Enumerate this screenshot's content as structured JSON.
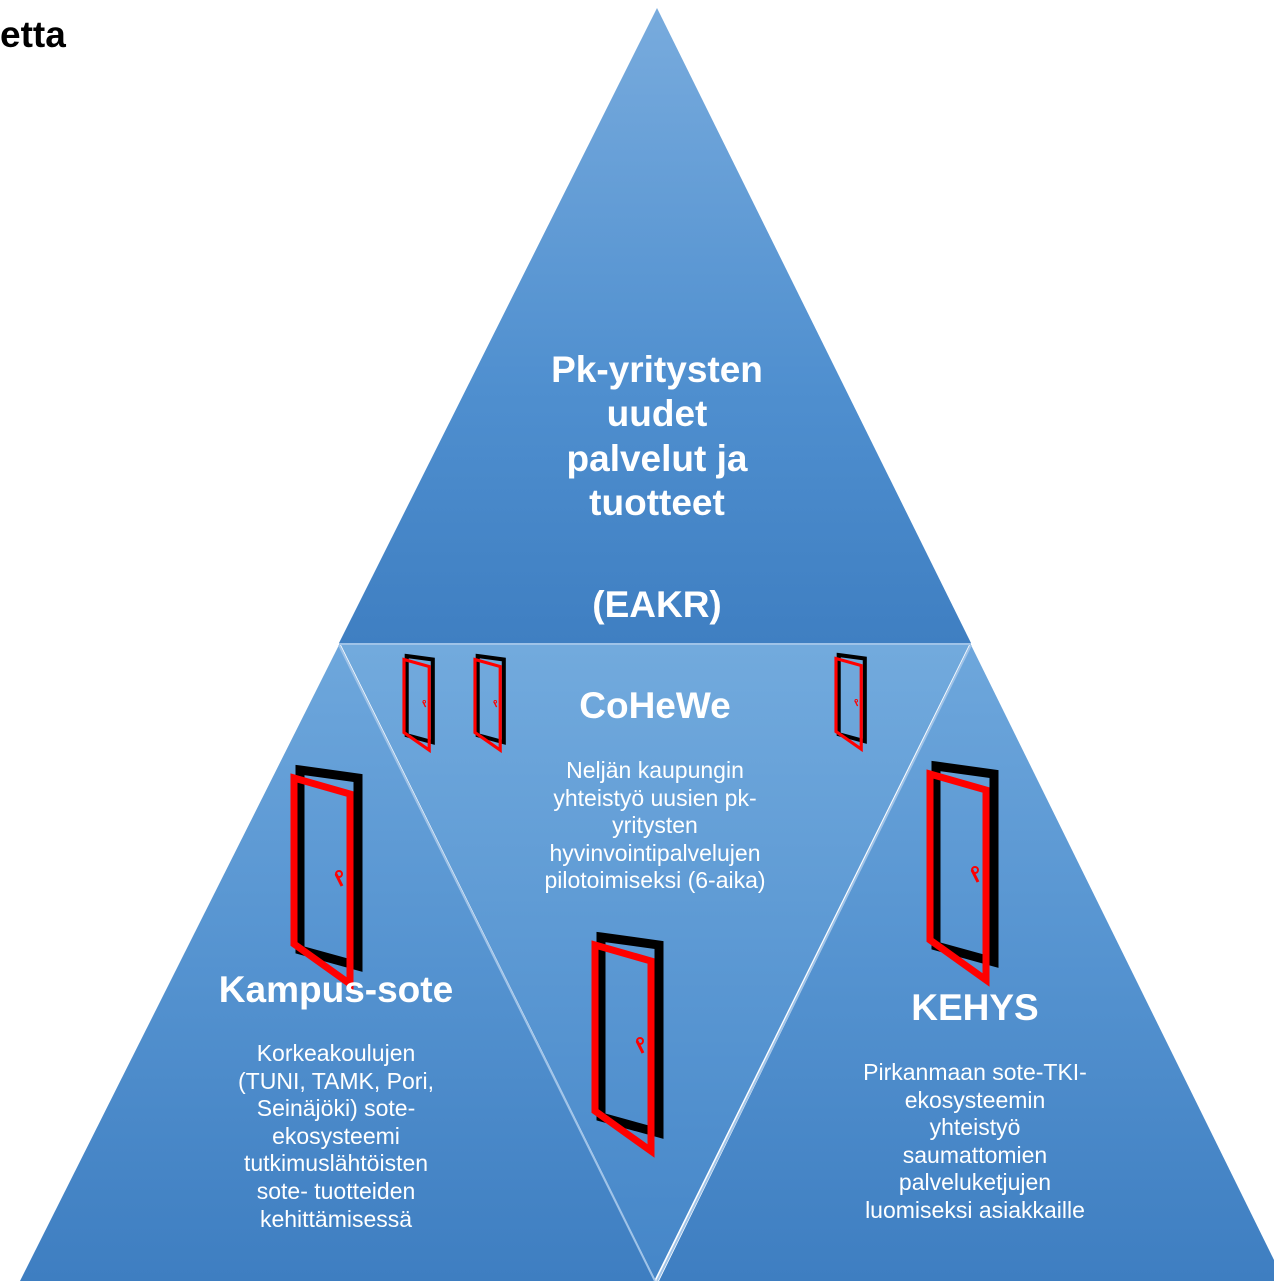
{
  "corner_text": "etta",
  "top": {
    "title_lines": [
      "Pk-yritysten",
      "uudet",
      "palvelut ja",
      "tuotteet"
    ],
    "tag": "(EAKR)"
  },
  "center": {
    "title": "CoHeWe",
    "desc_lines": [
      "Neljän kaupungin",
      "yhteistyö uusien pk-",
      "yritysten",
      "hyvinvointipalvelujen",
      "pilotoimiseksi (6-aika)"
    ]
  },
  "left": {
    "title": "Kampus-sote",
    "desc_lines": [
      "Korkeakoulujen",
      "(TUNI, TAMK, Pori,",
      "Seinäjöki) sote-",
      "ekosysteemi",
      "tutkimuslähtöisten",
      "sote- tuotteiden",
      "kehittämisessä"
    ]
  },
  "right": {
    "title": "KEHYS",
    "desc_lines": [
      "Pirkanmaan sote-TKI-",
      "ekosysteemin",
      "yhteistyö",
      "saumattomien",
      "palveluketjujen",
      "luomiseksi asiakkaille"
    ]
  },
  "colors": {
    "triangle_light": "#6fa8dc",
    "triangle_mid": "#5b9bd5",
    "triangle_dark": "#3e7fc1",
    "door_red": "#ff0000",
    "door_back": "#000000"
  },
  "icons": [
    "door-icon"
  ]
}
